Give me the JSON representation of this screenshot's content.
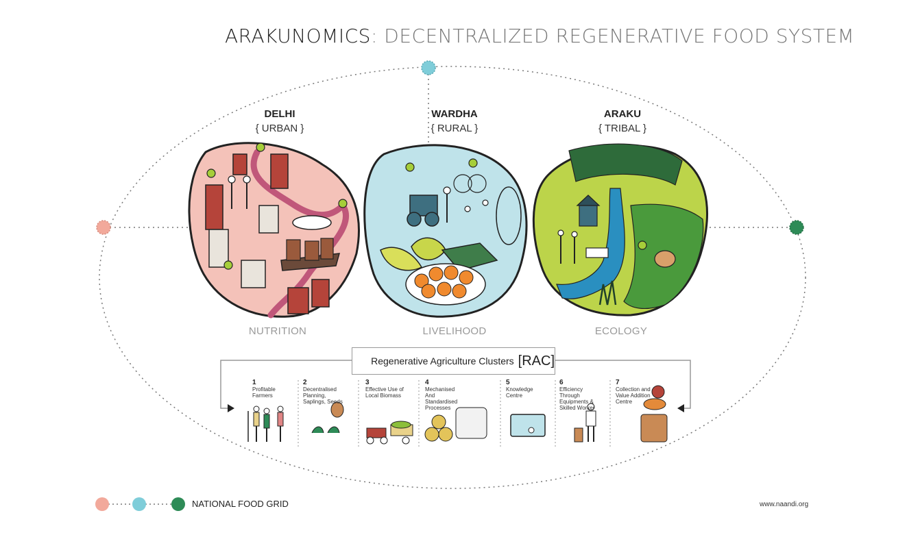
{
  "title": {
    "main": "ARAKUNOMICS",
    "sub": ": DECENTRALIZED REGENERATIVE FOOD SYSTEM"
  },
  "colors": {
    "urban": "#f2a99b",
    "rural": "#7fcdd9",
    "tribal": "#2e8b57",
    "urban_fill": "#f4c2b9",
    "rural_fill": "#bfe3ea",
    "tribal_fill": "#bcd44a",
    "pin": "#a6ce39"
  },
  "regions": [
    {
      "name": "DELHI",
      "type": "{ URBAN }",
      "pillar": "NUTRITION"
    },
    {
      "name": "WARDHA",
      "type": "{ RURAL }",
      "pillar": "LIVELIHOOD"
    },
    {
      "name": "ARAKU",
      "type": "{ TRIBAL }",
      "pillar": "ECOLOGY"
    }
  ],
  "rac": {
    "label": "Regenerative Agriculture Clusters",
    "abbr": "[RAC]"
  },
  "steps": [
    {
      "num": "1",
      "text": "Profitable Farmers"
    },
    {
      "num": "2",
      "text": "Decentralised Planning, Saplings, Seeds"
    },
    {
      "num": "3",
      "text": "Effective Use of Local Biomass"
    },
    {
      "num": "4",
      "text": "Mechanised And Standardised Processes"
    },
    {
      "num": "5",
      "text": "Knowledge Centre"
    },
    {
      "num": "6",
      "text": "Efficiency Through Equipments & Skilled Worker"
    },
    {
      "num": "7",
      "text": "Collection and Value Addition Centre"
    }
  ],
  "legend": {
    "label": "NATIONAL FOOD GRID"
  },
  "website": "www.naandi.org"
}
